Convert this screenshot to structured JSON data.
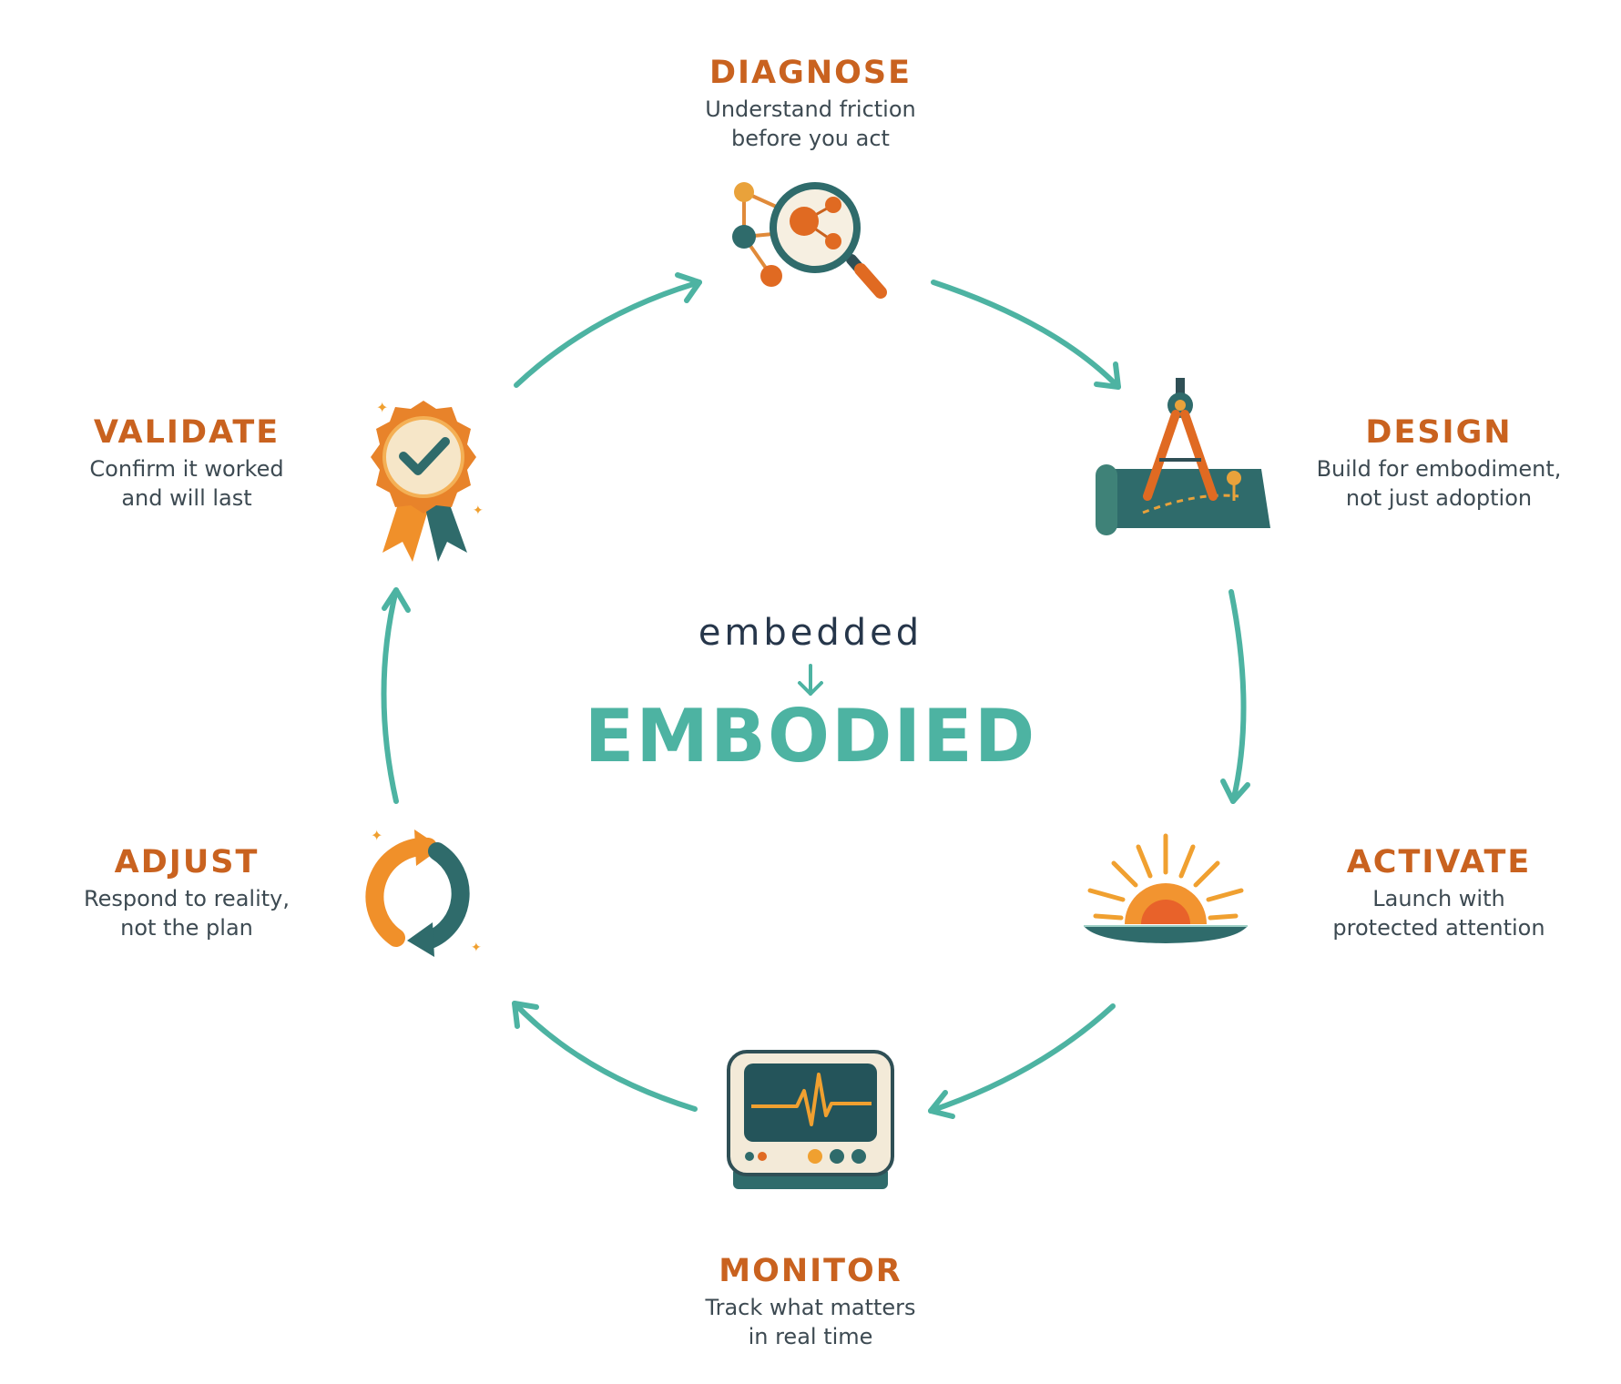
{
  "colors": {
    "accent_teal": "#4db3a2",
    "title_orange": "#c9621f",
    "dark_teal": "#2f6b6b",
    "text_dark": "#26364a",
    "text_body": "#3d4a52"
  },
  "center": {
    "small_word": "embedded",
    "big_word": "EMBODIED"
  },
  "stages": {
    "diagnose": {
      "title": "DIAGNOSE",
      "desc": "Understand friction\nbefore you act",
      "icon": "magnifier-network-icon"
    },
    "design": {
      "title": "DESIGN",
      "desc": "Build for embodiment,\nnot just adoption",
      "icon": "compass-blueprint-icon"
    },
    "activate": {
      "title": "ACTIVATE",
      "desc": "Launch with\nprotected attention",
      "icon": "sunrise-icon"
    },
    "monitor": {
      "title": "MONITOR",
      "desc": "Track what matters\nin real time",
      "icon": "heartbeat-monitor-icon"
    },
    "adjust": {
      "title": "ADJUST",
      "desc": "Respond to reality,\nnot the plan",
      "icon": "cycle-arrows-icon"
    },
    "validate": {
      "title": "VALIDATE",
      "desc": "Confirm it worked\nand will last",
      "icon": "award-badge-icon"
    }
  }
}
